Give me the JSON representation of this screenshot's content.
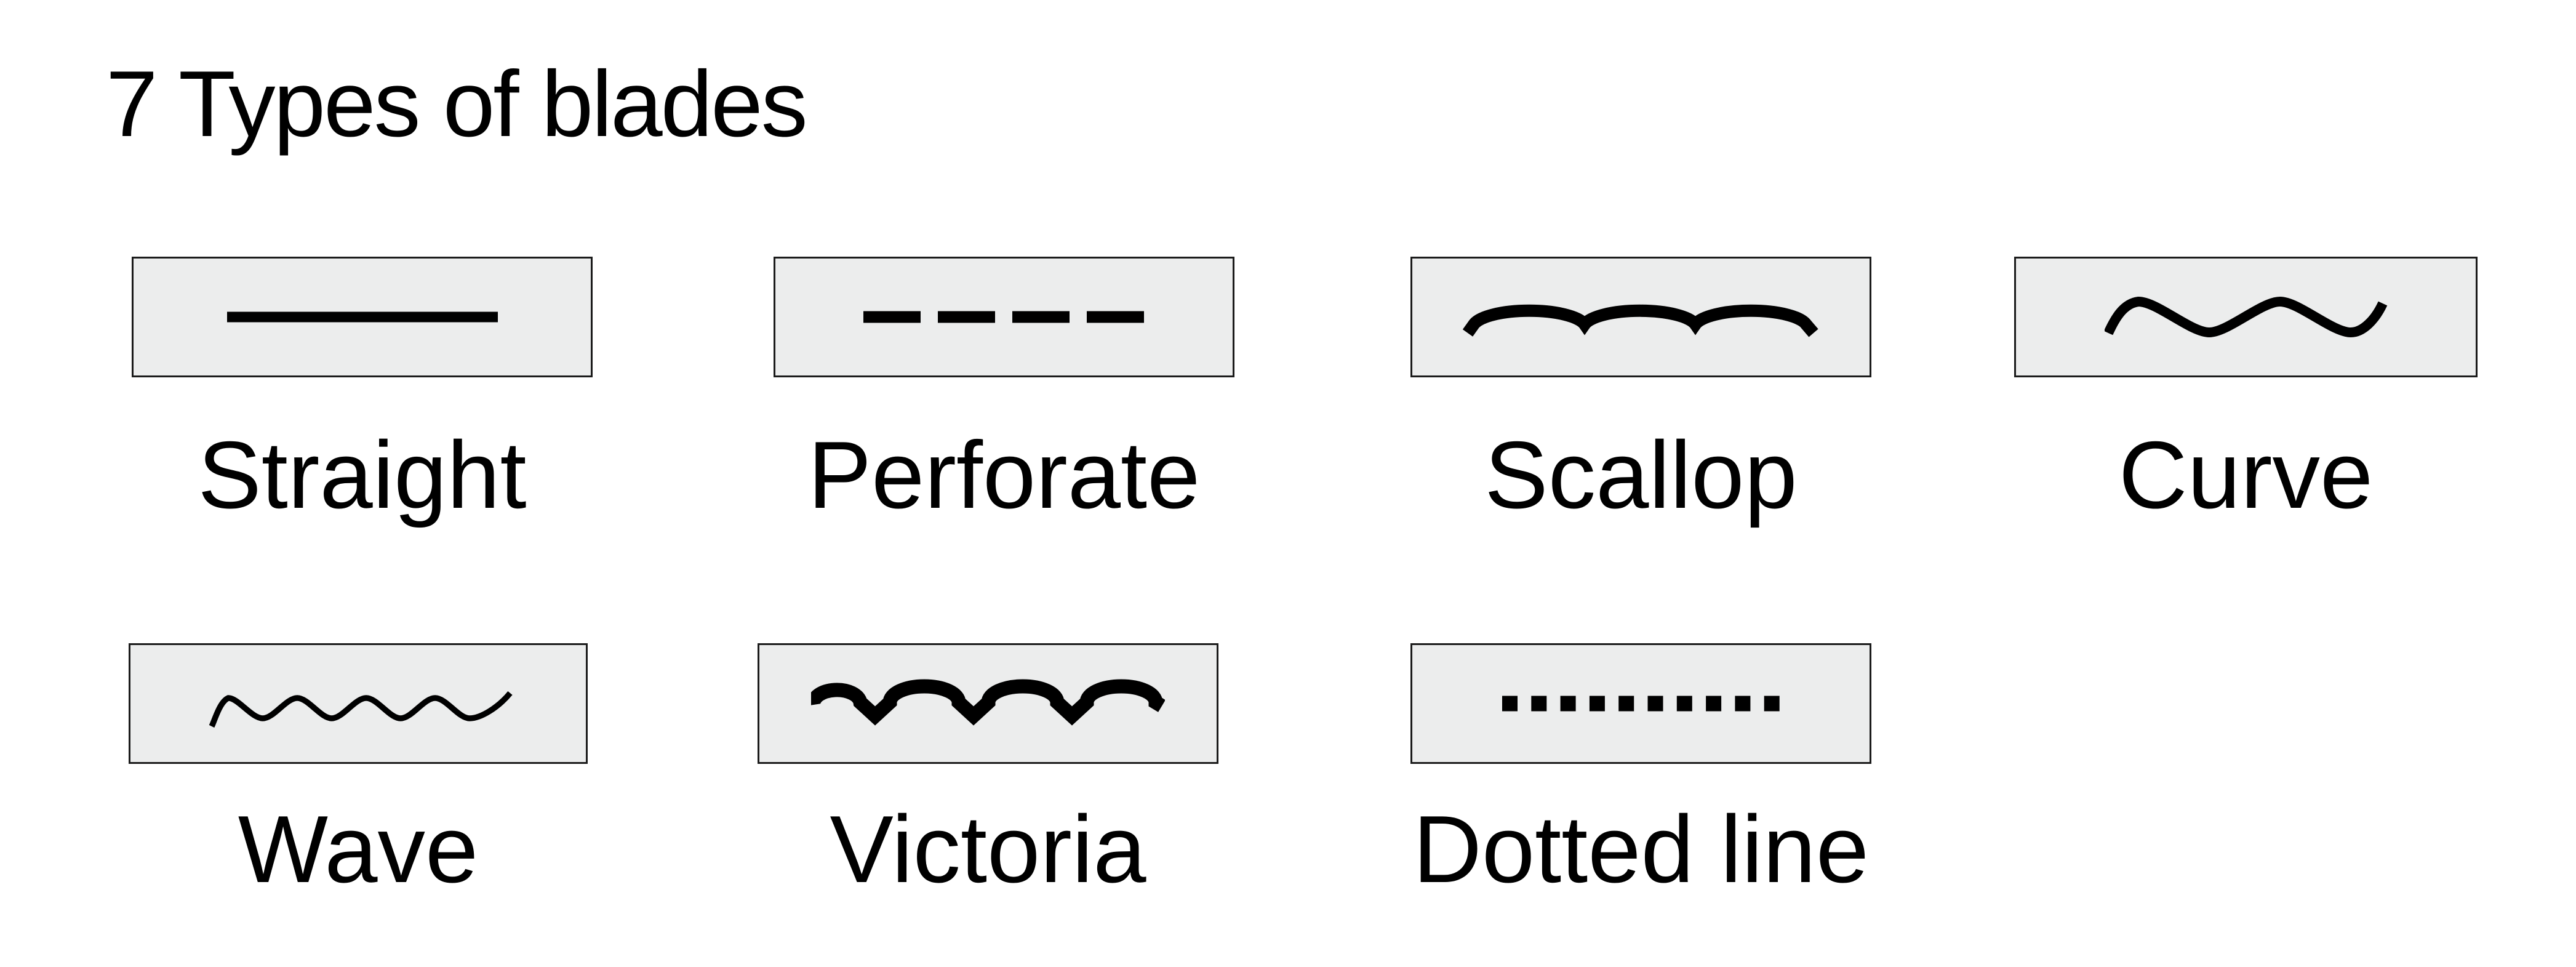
{
  "title": "7 Types of blades",
  "colors": {
    "background": "#FFFFFF",
    "box_fill": "#ECEDED",
    "box_border": "#1B1B1B",
    "ink": "#000000"
  },
  "blades": [
    {
      "id": "straight",
      "label": "Straight",
      "icon": "straight-line-icon"
    },
    {
      "id": "perforate",
      "label": "Perforate",
      "icon": "dashed-line-icon"
    },
    {
      "id": "scallop",
      "label": "Scallop",
      "icon": "scallop-line-icon"
    },
    {
      "id": "curve",
      "label": "Curve",
      "icon": "sine-curve-icon"
    },
    {
      "id": "wave",
      "label": "Wave",
      "icon": "wavy-line-icon"
    },
    {
      "id": "victoria",
      "label": "Victoria",
      "icon": "victoria-squiggle-icon"
    },
    {
      "id": "dotted-line",
      "label": "Dotted line",
      "icon": "dotted-line-icon"
    }
  ]
}
